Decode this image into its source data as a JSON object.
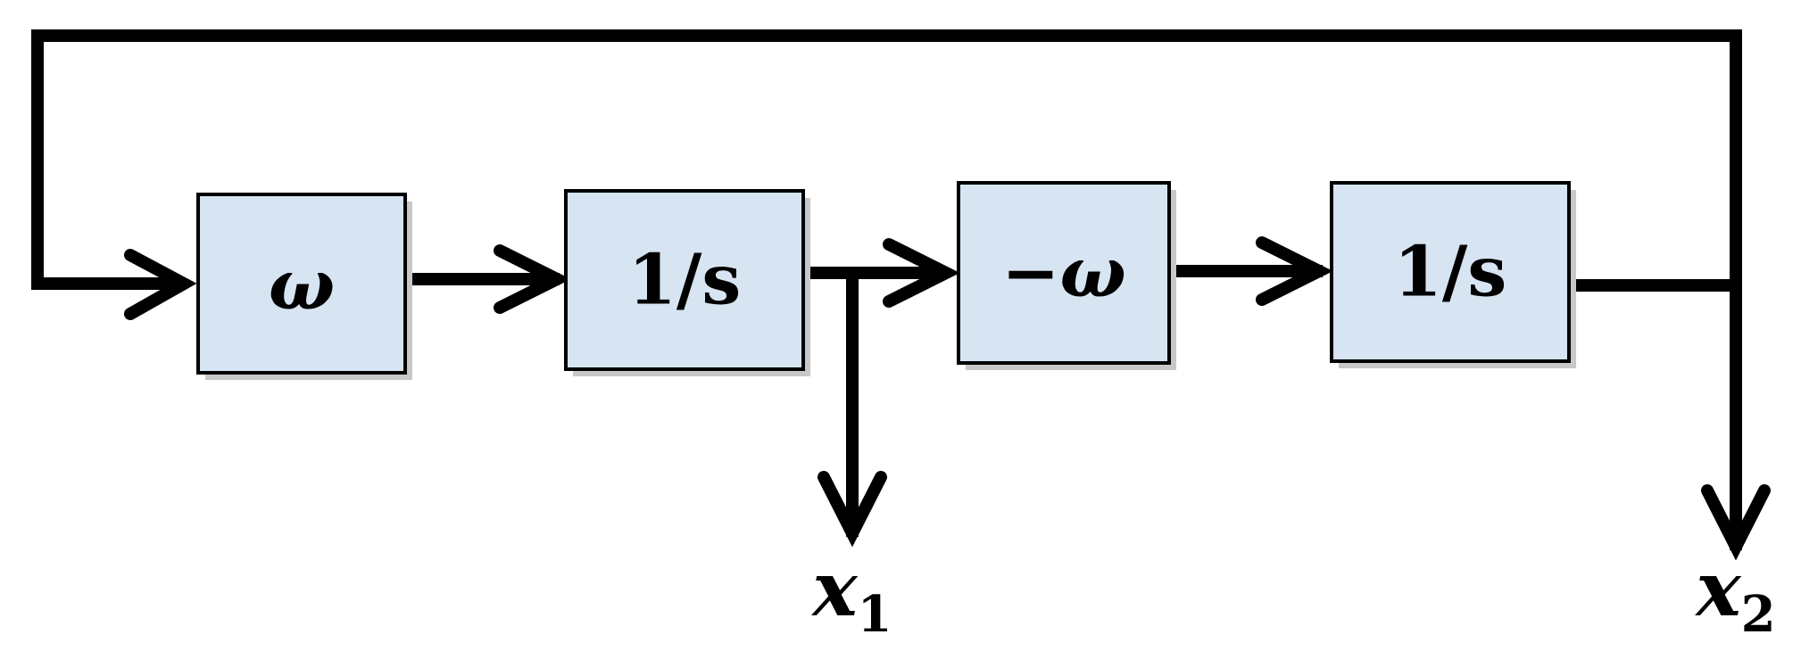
{
  "colors": {
    "block_fill": "#d7e4f2",
    "stroke": "#000000"
  },
  "blocks": [
    {
      "id": "gain-omega",
      "label": "ω"
    },
    {
      "id": "integrator-1",
      "label": "1/s"
    },
    {
      "id": "gain-neg-omega",
      "label": "−ω"
    },
    {
      "id": "integrator-2",
      "label": "1/s"
    }
  ],
  "outputs": {
    "x1": {
      "base": "x",
      "sub": "1"
    },
    "x2": {
      "base": "x",
      "sub": "2"
    }
  }
}
